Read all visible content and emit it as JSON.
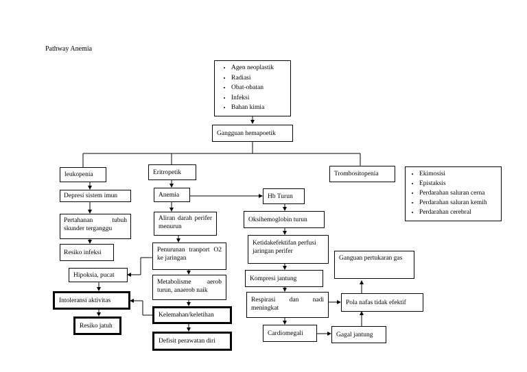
{
  "title": "Pathway Anemia",
  "causes": [
    "Agen neoplastik",
    "Radiasi",
    "Obat-obatan",
    "Infeksi",
    "Bahan kimia"
  ],
  "nodes": {
    "gangguan": "Gangguan hemapoetik",
    "leukopenia": "leukopenia",
    "eritropetik": "Eritropetik",
    "trombositopenia": "Trombositopenia",
    "depresi": "Depresi sistem imun",
    "pertahanan": "Pertahanan tubuh skunder terganggu",
    "resiko_infeksi": "Resiko infeksi",
    "anemia": "Anemia",
    "aliran": "Aliran darah perifer menurun",
    "penurunan": "Penurunan tranport O2 ke jaringan",
    "hipoksia": "Hipoksia, pucat",
    "metabolisme": "Metabolisme aerob turun, anaerob naik",
    "intoleransi": "Intoleransi aktivitas",
    "kelemahan": "Kelemahan/keletihan",
    "resiko_jatuh": "Resiko jatuh",
    "defisit": "Defisit perawatan diri",
    "hb_turun": "Hb Turun",
    "oksihemoglobin": "Oksihemoglobin turun",
    "ketidakefektifan": "Ketidakefektifan perfusi jaringan perifer",
    "kompresi": "Kompresi jantung",
    "respirasi": "Respirasi dan nadi meningkat",
    "cardiomegali": "Cardiomegali",
    "gagal_jantung": "Gagal jantung",
    "pola_nafas": "Pola nafas tidak efektif",
    "gangguan_pertukaran": "Ganguan pertukaran gas"
  },
  "bleeding": [
    "Ekimosisi",
    "Epistaksis",
    "Perdarahan saluran cerna",
    "Perdarahan saluran kemih",
    "Perdarahan cerebral"
  ]
}
